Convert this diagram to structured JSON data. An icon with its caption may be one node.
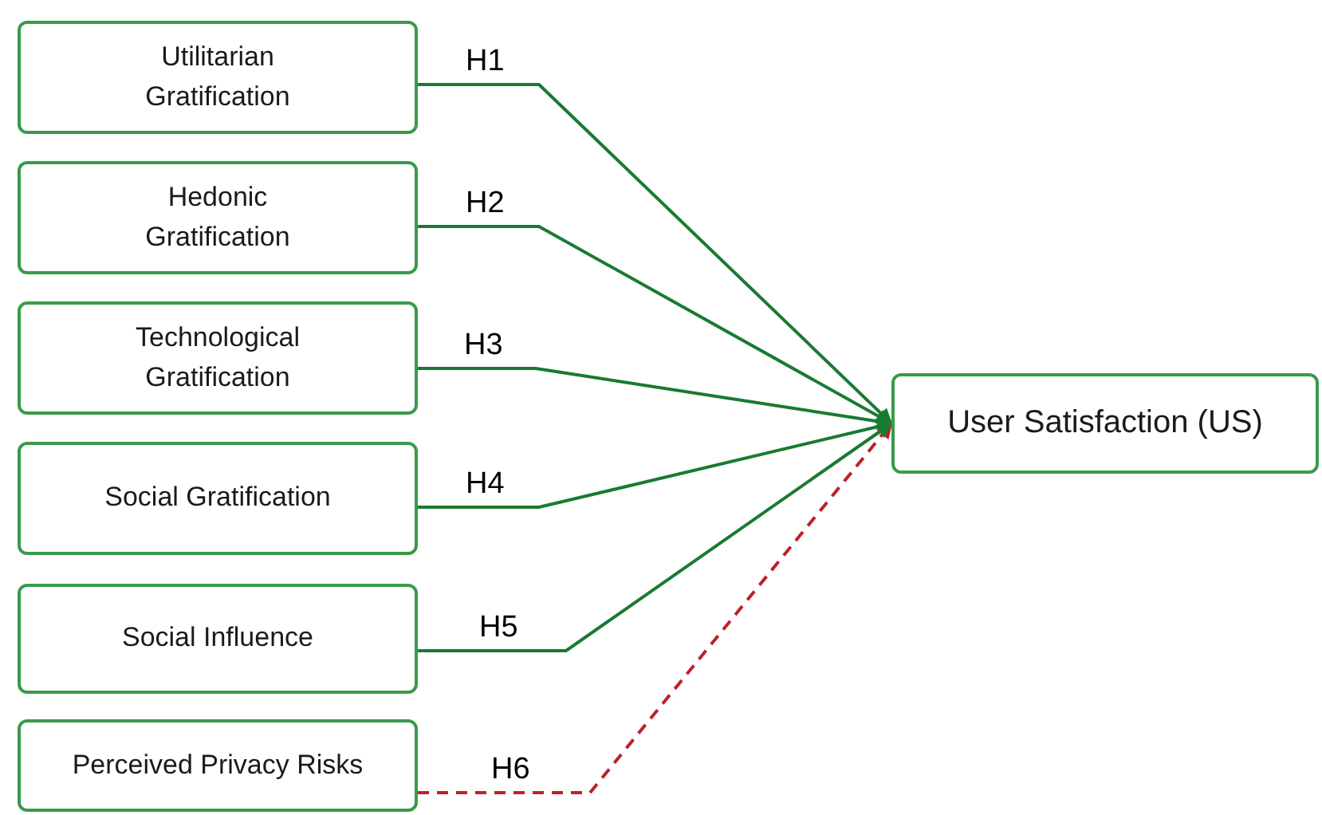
{
  "diagram": {
    "nodes": [
      {
        "text": [
          "Utilitarian Gratification"
        ]
      },
      {
        "text": [
          "Hedonic Gratification"
        ]
      },
      {
        "text": [
          "Technological Gratification"
        ]
      },
      {
        "text": [
          "Social Gratification"
        ]
      },
      {
        "text": [
          "Social Influence"
        ]
      },
      {
        "text": [
          "Perceived Privacy Risks"
        ]
      },
      {
        "text": [
          "User Satisfaction (US)"
        ]
      }
    ],
    "edges": [
      {
        "from": 0,
        "to": 6,
        "arrow": "to",
        "label": "H1"
      },
      {
        "from": 1,
        "to": 6,
        "arrow": "to",
        "label": "H2"
      },
      {
        "from": 2,
        "to": 6,
        "arrow": "to",
        "label": "H3"
      },
      {
        "from": 3,
        "to": 6,
        "arrow": "to",
        "label": "H4"
      },
      {
        "from": 4,
        "to": 6,
        "arrow": "to",
        "label": "H5"
      },
      {
        "from": 5,
        "to": 6,
        "arrow": "to",
        "label": "H6",
        "style": "dashed",
        "color": "#c0202a"
      }
    ]
  }
}
